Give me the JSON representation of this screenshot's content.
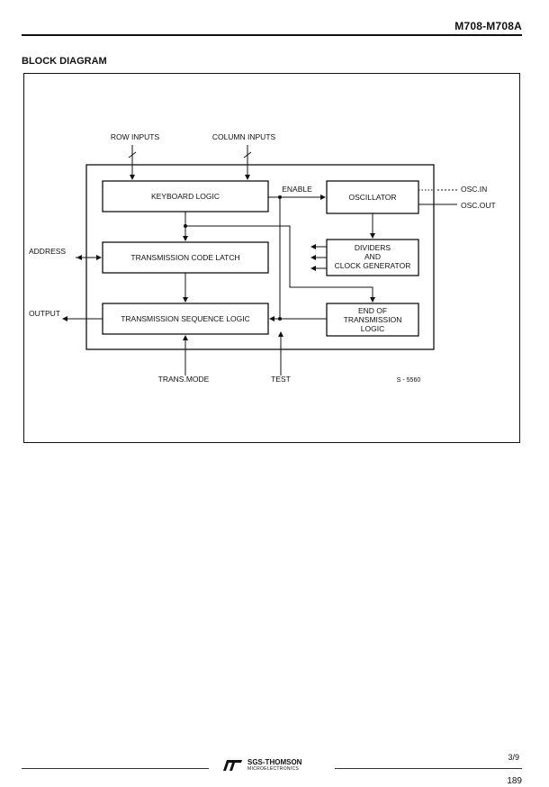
{
  "header": {
    "title": "M708-M708A"
  },
  "section": {
    "title": "BLOCK DIAGRAM"
  },
  "diagram": {
    "blocks": {
      "keyboard_logic": "KEYBOARD LOGIC",
      "oscillator": "OSCILLATOR",
      "tx_code_latch": "TRANSMISSION CODE LATCH",
      "dividers_line1": "DIVIDERS",
      "dividers_line2": "AND",
      "dividers_line3": "CLOCK GENERATOR",
      "tx_seq_logic": "TRANSMISSION SEQUENCE LOGIC",
      "eot_line1": "END OF",
      "eot_line2": "TRANSMISSION",
      "eot_line3": "LOGIC"
    },
    "labels": {
      "row_inputs": "ROW INPUTS",
      "column_inputs": "COLUMN INPUTS",
      "enable": "ENABLE",
      "osc_in": "OSC.IN",
      "osc_out": "OSC.OUT",
      "address": "ADDRESS",
      "output": "OUTPUT",
      "trans_mode": "TRANS.MODE",
      "test": "TEST",
      "fig_code": "S - 5560"
    }
  },
  "footer": {
    "company": "SGS-THOMSON",
    "company_sub": "MICROELECTRONICS",
    "page_fraction": "3/9",
    "page_number": "189"
  }
}
